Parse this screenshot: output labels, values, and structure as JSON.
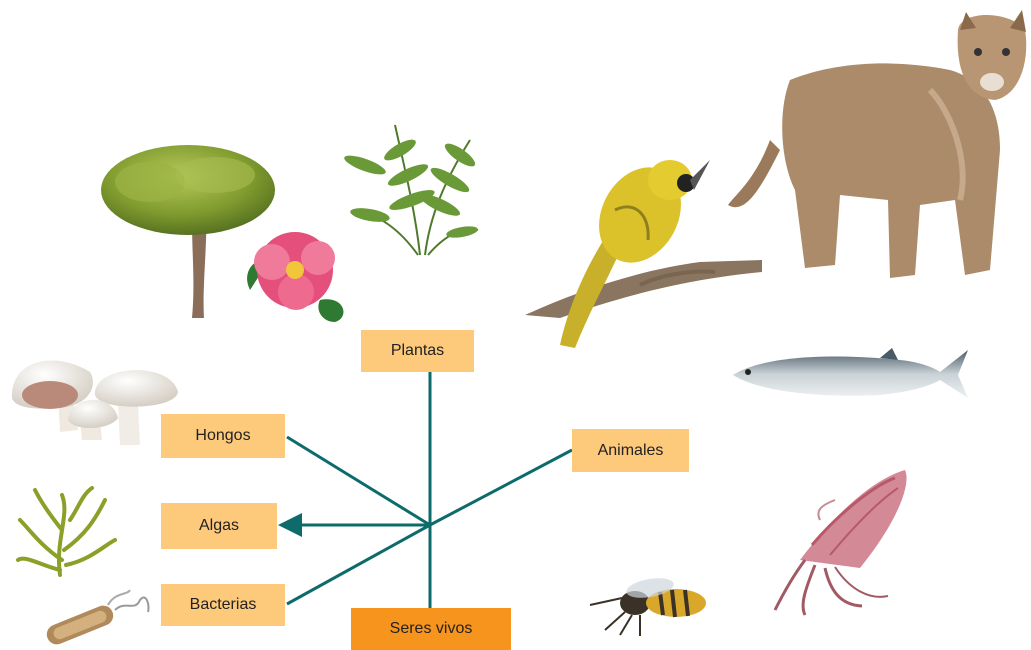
{
  "diagram": {
    "root": {
      "label": "Seres vivos"
    },
    "kingdoms": [
      {
        "id": "plantas",
        "label": "Plantas"
      },
      {
        "id": "hongos",
        "label": "Hongos"
      },
      {
        "id": "algas",
        "label": "Algas"
      },
      {
        "id": "bacterias",
        "label": "Bacterias"
      },
      {
        "id": "animales",
        "label": "Animales"
      }
    ]
  },
  "colors": {
    "box": "#fdc97a",
    "root_box": "#f7941d",
    "connector": "#0d6b6b"
  },
  "illustrations": [
    "tree-illustration",
    "flower-illustration",
    "fern-illustration",
    "mushroom-illustration",
    "algae-illustration",
    "bacteria-illustration",
    "bird-illustration",
    "puma-illustration",
    "fish-illustration",
    "squid-illustration",
    "wasp-illustration"
  ]
}
